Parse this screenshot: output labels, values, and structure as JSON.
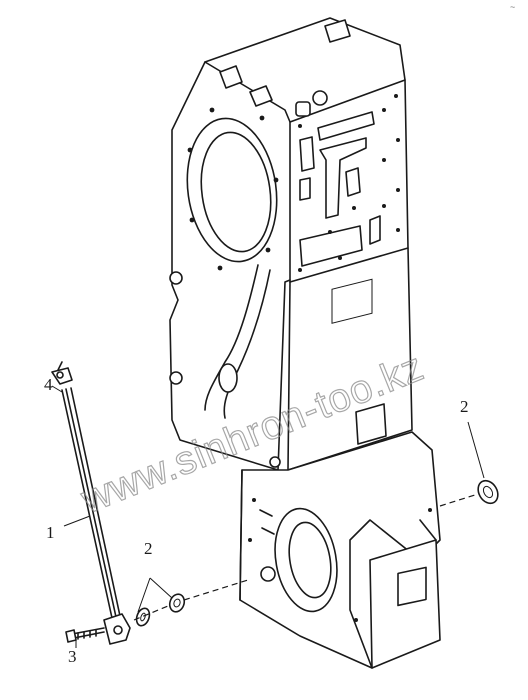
{
  "watermark": {
    "text": "www.sinhron-too.kz"
  },
  "corner_mark": "~",
  "callouts": [
    {
      "id": "part-1",
      "label": "1"
    },
    {
      "id": "part-2a",
      "label": "2"
    },
    {
      "id": "part-2b",
      "label": "2"
    },
    {
      "id": "part-3",
      "label": "3"
    },
    {
      "id": "part-4",
      "label": "4"
    }
  ]
}
